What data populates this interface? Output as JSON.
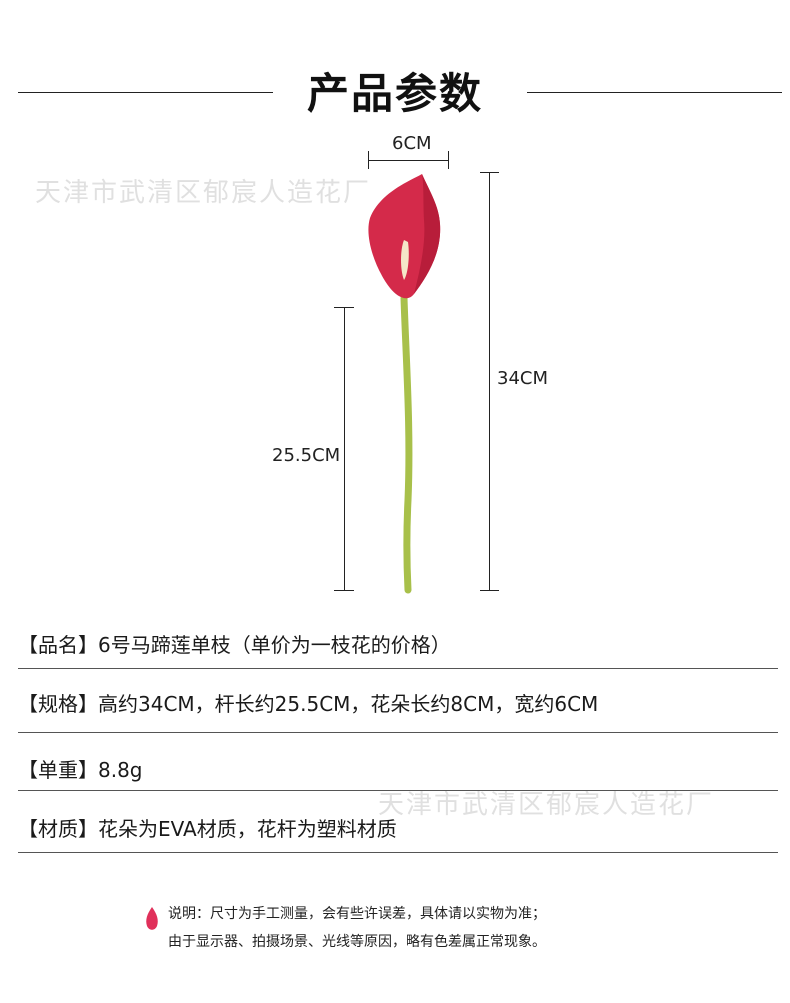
{
  "header": {
    "title": "产品参数"
  },
  "watermarks": [
    "天津市武清区郁宸人造花厂",
    "天津市武清区郁宸人造花厂"
  ],
  "dimensions": {
    "width_label": "6CM",
    "total_height_label": "34CM",
    "stem_length_label": "25.5CM"
  },
  "specs": [
    {
      "label": "【品名】",
      "value": "6号马蹄莲单枝（单价为一枝花的价格）"
    },
    {
      "label": "【规格】",
      "value": "高约34CM，杆长约25.5CM，花朵长约8CM，宽约6CM"
    },
    {
      "label": "【单重】",
      "value": " 8.8g"
    },
    {
      "label": "【材质】",
      "value": "花朵为EVA材质，花杆为塑料材质"
    }
  ],
  "note": {
    "line1": "说明：尺寸为手工测量，会有些许误差，具体请以实物为准；",
    "line2": "由于显示器、拍摄场景、光线等原因，略有色差属正常现象。"
  },
  "colors": {
    "flower": "#d42a4a",
    "stem": "#a8c04a",
    "note_icon": "#e0305a"
  }
}
